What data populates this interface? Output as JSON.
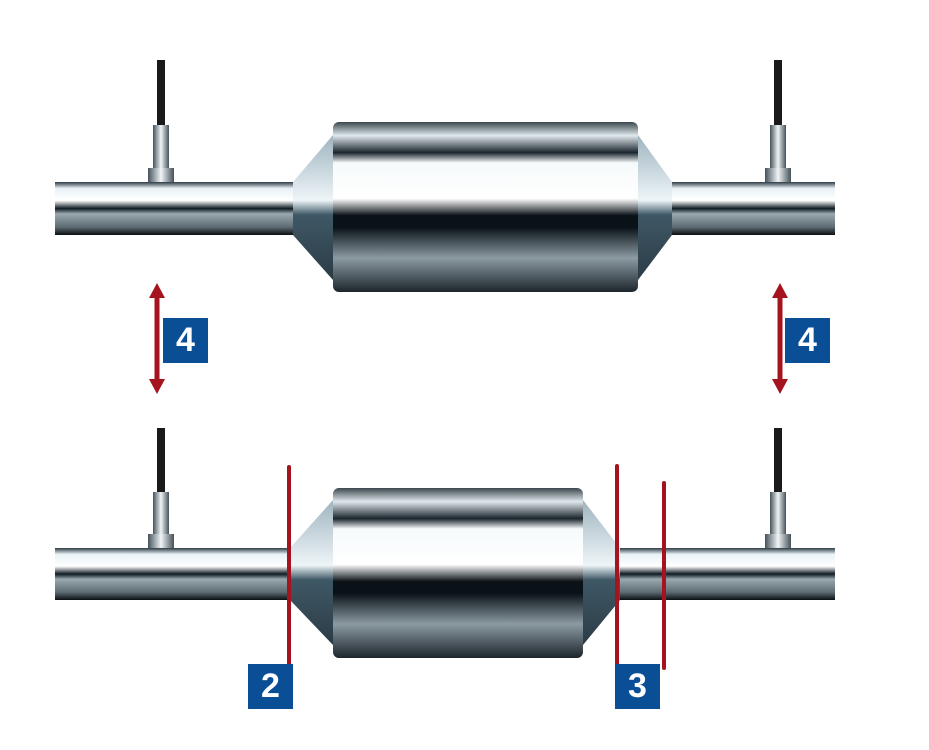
{
  "colors": {
    "badge": "#0a4f96",
    "marker": "#a5141e"
  },
  "labels": {
    "distance_left": "4",
    "distance_right": "4",
    "cut_before_catalyst": "2",
    "cut_after_catalyst": "3"
  }
}
